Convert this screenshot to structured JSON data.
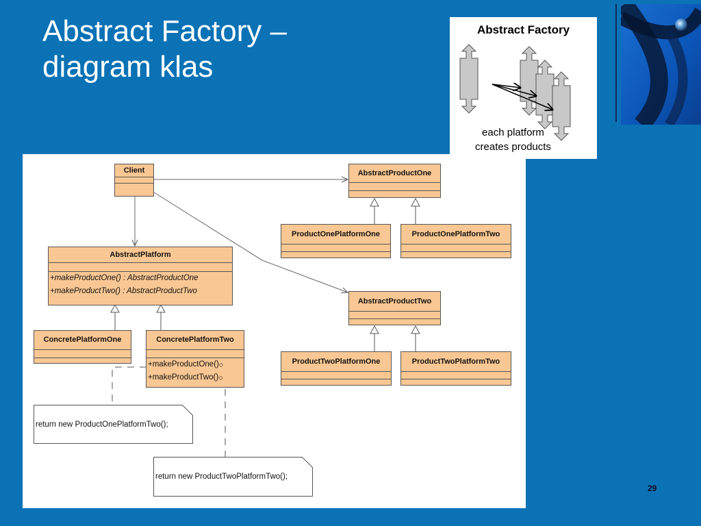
{
  "slide": {
    "title_line1": "Abstract Factory –",
    "title_line2": "diagram klas",
    "page_number": "29"
  },
  "inset": {
    "title": "Abstract Factory",
    "caption_line1": "each platform",
    "caption_line2": "creates products"
  },
  "diagram": {
    "classes": {
      "client": {
        "name": "Client"
      },
      "abstract_platform": {
        "name": "AbstractPlatform",
        "ops": [
          "+makeProductOne() : AbstractProductOne",
          "+makeProductTwo() : AbstractProductTwo"
        ]
      },
      "concrete_platform_one": {
        "name": "ConcretePlatformOne"
      },
      "concrete_platform_two": {
        "name": "ConcretePlatformTwo",
        "ops": [
          "+makeProductOne()",
          "+makeProductTwo()"
        ]
      },
      "abstract_product_one": {
        "name": "AbstractProductOne"
      },
      "product_one_platform_one": {
        "name": "ProductOnePlatformOne"
      },
      "product_one_platform_two": {
        "name": "ProductOnePlatformTwo"
      },
      "abstract_product_two": {
        "name": "AbstractProductTwo"
      },
      "product_two_platform_one": {
        "name": "ProductTwoPlatformOne"
      },
      "product_two_platform_two": {
        "name": "ProductTwoPlatformTwo"
      }
    },
    "notes": {
      "note_one": "return new ProductOnePlatformTwo();",
      "note_two": "return new ProductTwoPlatformTwo();"
    },
    "colors": {
      "class_fill": "#f9c793",
      "background": "#0a72b5"
    }
  }
}
